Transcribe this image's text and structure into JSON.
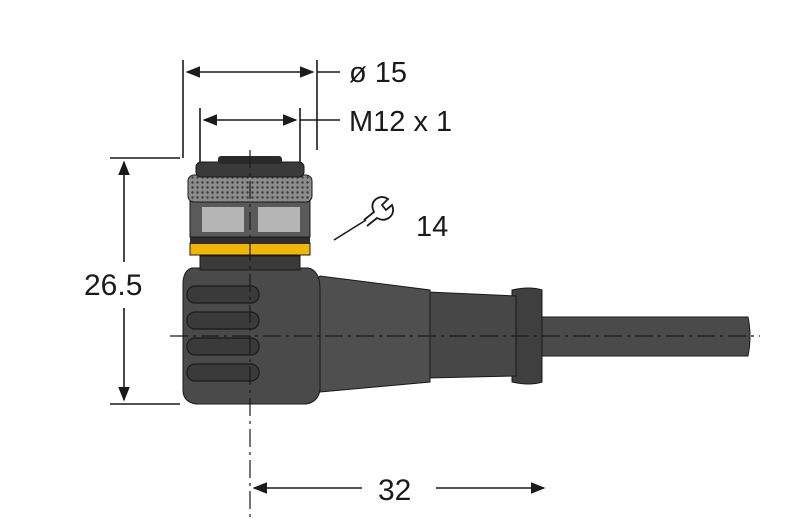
{
  "dimensions": {
    "outer_diameter": "ø 15",
    "thread": "M12 x 1",
    "wrench_size": "14",
    "height": "26.5",
    "length": "32"
  },
  "icons": {
    "wrench": "wrench-icon"
  },
  "colors": {
    "line": "#1a1a1a",
    "body": "#4a4a4a",
    "body_dark": "#2f2f2f",
    "knurl": "#8c8c8c",
    "nut": "#b5b5b5",
    "ring": "#f2b705"
  }
}
